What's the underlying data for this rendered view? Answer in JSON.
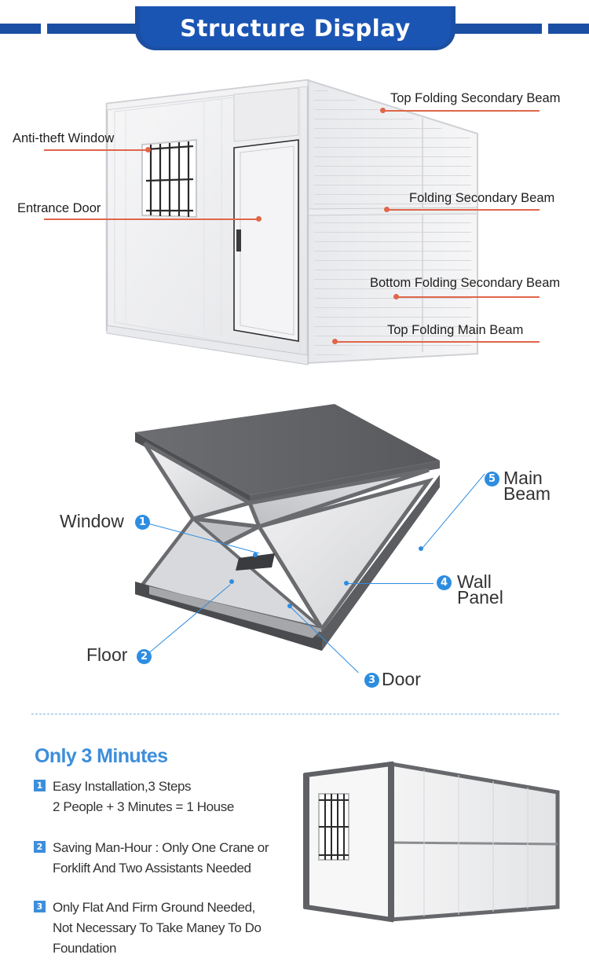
{
  "header": {
    "title": "Structure Display"
  },
  "structure_labels": {
    "top_folding_secondary_beam": "Top Folding Secondary Beam",
    "anti_theft_window": "Anti-theft Window",
    "entrance_door": "Entrance Door",
    "folding_secondary_beam": "Folding Secondary Beam",
    "bottom_folding_secondary_beam": "Bottom Folding Secondary Beam",
    "top_folding_main_beam": "Top Folding Main Beam"
  },
  "folded_parts": [
    {
      "number": "1",
      "label": "Window"
    },
    {
      "number": "2",
      "label": "Floor"
    },
    {
      "number": "3",
      "label": "Door"
    },
    {
      "number": "4",
      "label_line1": "Wall",
      "label_line2": "Panel"
    },
    {
      "number": "5",
      "label_line1": "Main",
      "label_line2": "Beam"
    }
  ],
  "section3": {
    "title": "Only 3 Minutes",
    "features": [
      {
        "number": "1",
        "lines": [
          "Easy Installation,3 Steps",
          "2 People + 3 Minutes = 1 House"
        ]
      },
      {
        "number": "2",
        "lines": [
          "Saving Man-Hour : Only One Crane or",
          "Forklift And Two Assistants Needed"
        ]
      },
      {
        "number": "3",
        "lines": [
          "Only Flat And Firm Ground Needed,",
          "Not Necessary To Take Maney To Do",
          "Foundation"
        ]
      }
    ]
  },
  "colors": {
    "header_blue": "#1a4fa3",
    "callout_red": "#e0664a",
    "callout_blue": "#2d8de0",
    "accent_blue": "#3d8edb"
  }
}
